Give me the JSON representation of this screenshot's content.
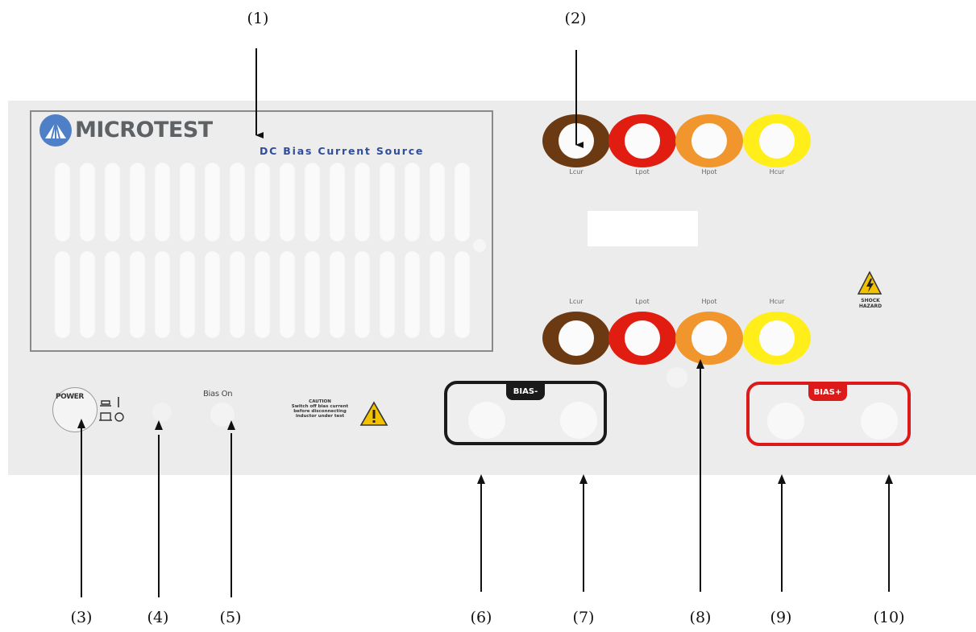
{
  "callouts": {
    "c1": "(1)",
    "c2": "(2)",
    "c3": "(3)",
    "c4": "(4)",
    "c5": "(5)",
    "c6": "(6)",
    "c7": "(7)",
    "c8": "(8)",
    "c9": "(9)",
    "c10": "(10)"
  },
  "panel": {
    "brand": "MICROTEST",
    "subtitle": "DC Bias Current Source",
    "power_label": "POWER",
    "bias_on_label": "Bias On",
    "caution_text": "CAUTION\nSwitch off bias current\nbefore disconnecting\ninductor under test",
    "shock_text": "SHOCK\nHAZARD"
  },
  "jacks_top": [
    {
      "label": "Lcur",
      "color": "#6b3a12"
    },
    {
      "label": "Lpot",
      "color": "#e11d12"
    },
    {
      "label": "Hpot",
      "color": "#f1962d"
    },
    {
      "label": "Hcur",
      "color": "#ffee1a"
    }
  ],
  "jacks_bottom": [
    {
      "label": "Lcur",
      "color": "#6b3a12"
    },
    {
      "label": "Lpot",
      "color": "#e11d12"
    },
    {
      "label": "Hpot",
      "color": "#f1962d"
    },
    {
      "label": "Hcur",
      "color": "#ffee1a"
    }
  ],
  "connectors": {
    "minus_label": "BIAS-",
    "plus_label": "BIAS+",
    "minus_color": "#1a1a1a",
    "plus_color": "#dd1a1a"
  },
  "icons": {
    "logo": "microtest-logo-icon",
    "warning": "warning-triangle-icon",
    "shock": "shock-hazard-icon",
    "power_symbol": "power-on-off-icon"
  }
}
